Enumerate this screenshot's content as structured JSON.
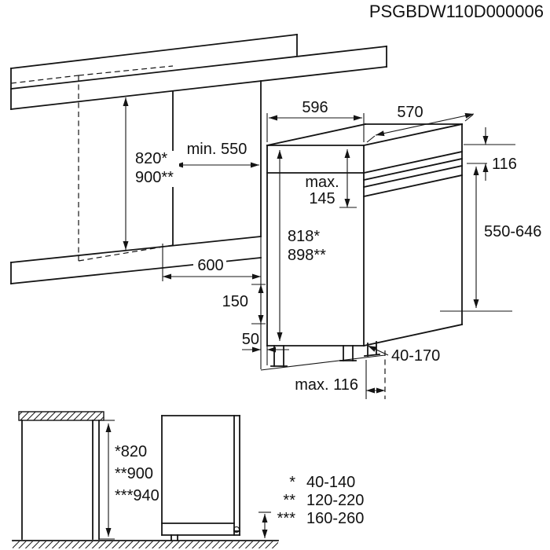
{
  "title": "PSGBDW110D000006",
  "colors": {
    "line": "#141414",
    "background": "#ffffff"
  },
  "main_diagram": {
    "niche_height_1": "820*",
    "niche_height_2": "900**",
    "niche_depth_min": "min. 550",
    "appliance_width": "596",
    "appliance_top_depth": "570",
    "top_clearance": "116",
    "door_strip_max_label": "max.",
    "door_strip_max_value": "145",
    "appliance_height_1": "818*",
    "appliance_height_2": "898**",
    "furniture_door_range": "550-646",
    "worktop_depth": "600",
    "plinth_height": "150",
    "front_gap": "50",
    "rear_foot_range": "40-170",
    "plinth_recess_max": "max. 116"
  },
  "side_view": {
    "height_options": [
      "*820",
      "**900",
      "***940"
    ]
  },
  "legend": {
    "rows": [
      {
        "stars": "*",
        "range": "40-140"
      },
      {
        "stars": "**",
        "range": "120-220"
      },
      {
        "stars": "***",
        "range": "160-260"
      }
    ]
  }
}
